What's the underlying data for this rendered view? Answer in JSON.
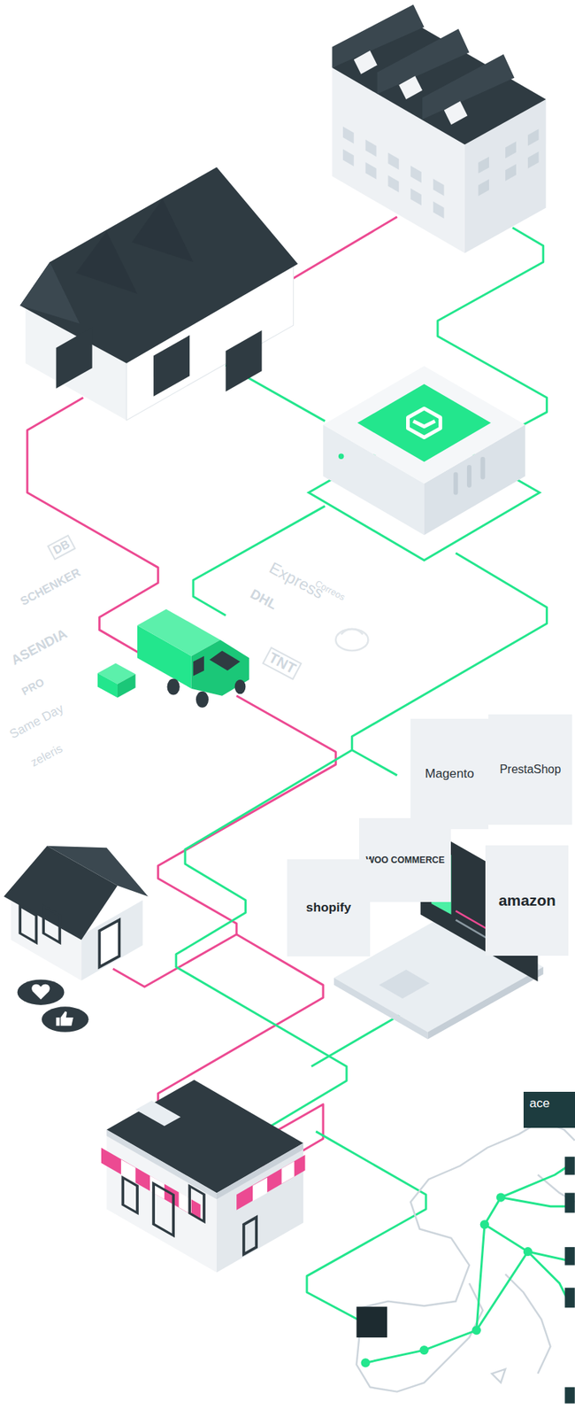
{
  "diagram": {
    "nodes": [
      {
        "text": [
          "Magento"
        ]
      },
      {
        "text": [
          "PrestaShop"
        ]
      },
      {
        "text": [
          "WOO COMMERCE"
        ]
      },
      {
        "text": [
          "amazon"
        ]
      },
      {
        "text": [
          "shopify"
        ]
      },
      {
        "text": [
          "ace"
        ]
      }
    ],
    "labels": [
      "DB",
      "SCHENKER",
      "ASENDIA",
      "PRO",
      "Same Day",
      "zeleris",
      "Correos",
      "Express",
      "DHL",
      "TNT"
    ]
  }
}
